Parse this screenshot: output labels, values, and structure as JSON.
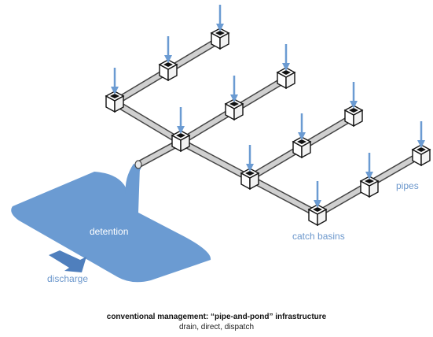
{
  "labels": {
    "detention": "detention",
    "discharge": "discharge",
    "catch_basins": "catch basins",
    "pipes": "pipes"
  },
  "caption": {
    "title": "conventional management: “pipe-and-pond” infrastructure",
    "subtitle": "drain, direct, dispatch"
  },
  "colors": {
    "water": "#6b9bd2",
    "label": "#6b97cc",
    "pipe_fill": "#d0d0d0",
    "pipe_outline": "#444444"
  }
}
